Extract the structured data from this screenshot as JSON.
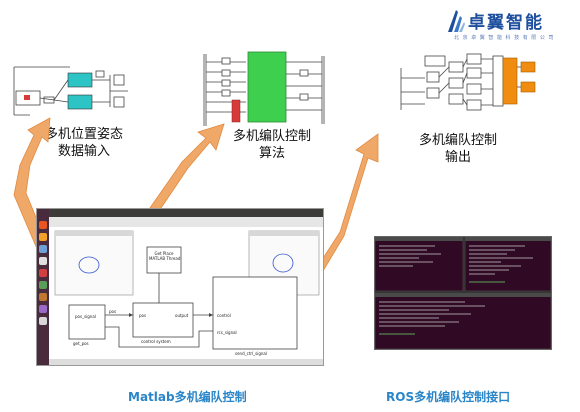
{
  "brand": {
    "name": "卓翼智能",
    "subtitle": "北 京 卓 翼 智 能 科 技 有 限 公 司",
    "color": "#1d4f9e"
  },
  "captions": {
    "input": [
      "多机位置姿态",
      "数据输入"
    ],
    "algorithm": [
      "多机编队控制",
      "算法"
    ],
    "output": [
      "多机编队控制",
      "输出"
    ]
  },
  "simulink": {
    "blocks": {
      "get_pos": "get_pos",
      "control_system": "control system",
      "send_ctrl_signal": "send_ctrl_signal",
      "matlab_thread": "MATLAB Thread",
      "get_place": "Get Place"
    },
    "ports": {
      "pos_in": "pos",
      "pos_out": "pos",
      "output": "output",
      "control": "control",
      "rcs_signal": "rcs_signal",
      "pos_signal": "pos_signal"
    }
  },
  "bottom_labels": {
    "matlab": "Matlab多机编队控制",
    "ros": "ROS多机编队控制接口"
  },
  "colors": {
    "arrow": "#f0a868",
    "arrow_edge": "#e08a40",
    "green_block": "#3fcf4f",
    "orange_block": "#f08c10",
    "cyan_block": "#2cc4c4",
    "red_block": "#d83a3a",
    "label_blue": "#2a86c8"
  }
}
